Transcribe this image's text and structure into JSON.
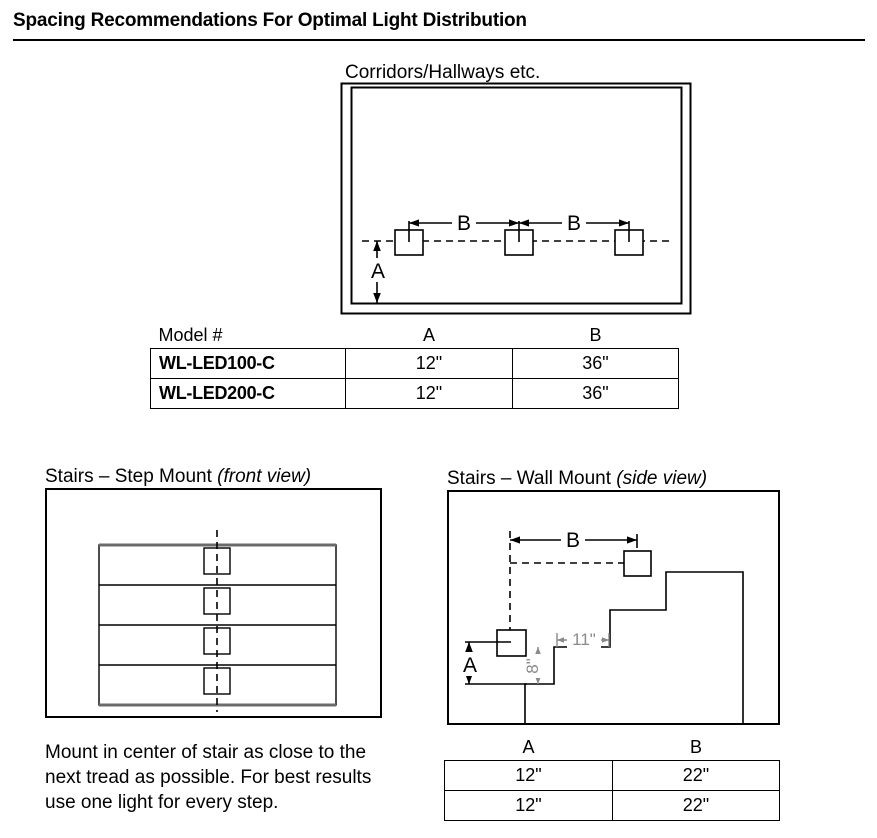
{
  "page": {
    "title": "Spacing Recommendations For Optimal Light Distribution"
  },
  "corridor_section": {
    "heading": "Corridors/Hallways etc.",
    "diagram": {
      "dimension_labels": {
        "a": "A",
        "b_left": "B",
        "b_right": "B"
      },
      "fixture_count": 3
    },
    "table": {
      "headers": [
        "Model #",
        "A",
        "B"
      ],
      "rows": [
        {
          "model": "WL-LED100-C",
          "a": "12\"",
          "b": "36\""
        },
        {
          "model": "WL-LED200-C",
          "a": "12\"",
          "b": "36\""
        }
      ]
    }
  },
  "step_mount_section": {
    "heading_main": "Stairs – Step Mount ",
    "heading_em": "(front view)",
    "diagram": {
      "tread_count": 4,
      "fixture_count": 4
    },
    "caption": "Mount in center of stair as close to the next tread as possible. For best results use one light for every step."
  },
  "wall_mount_section": {
    "heading_main": "Stairs – Wall Mount ",
    "heading_em": "(side view)",
    "diagram": {
      "dimension_labels": {
        "a": "A",
        "b": "B",
        "riser": "8\"",
        "tread": "11\""
      },
      "fixture_count": 2,
      "gray_color": "#8a8a8a"
    },
    "table": {
      "headers": [
        "A",
        "B"
      ],
      "rows": [
        {
          "a": "12\"",
          "b": "22\""
        },
        {
          "a": "12\"",
          "b": "22\""
        }
      ]
    }
  }
}
